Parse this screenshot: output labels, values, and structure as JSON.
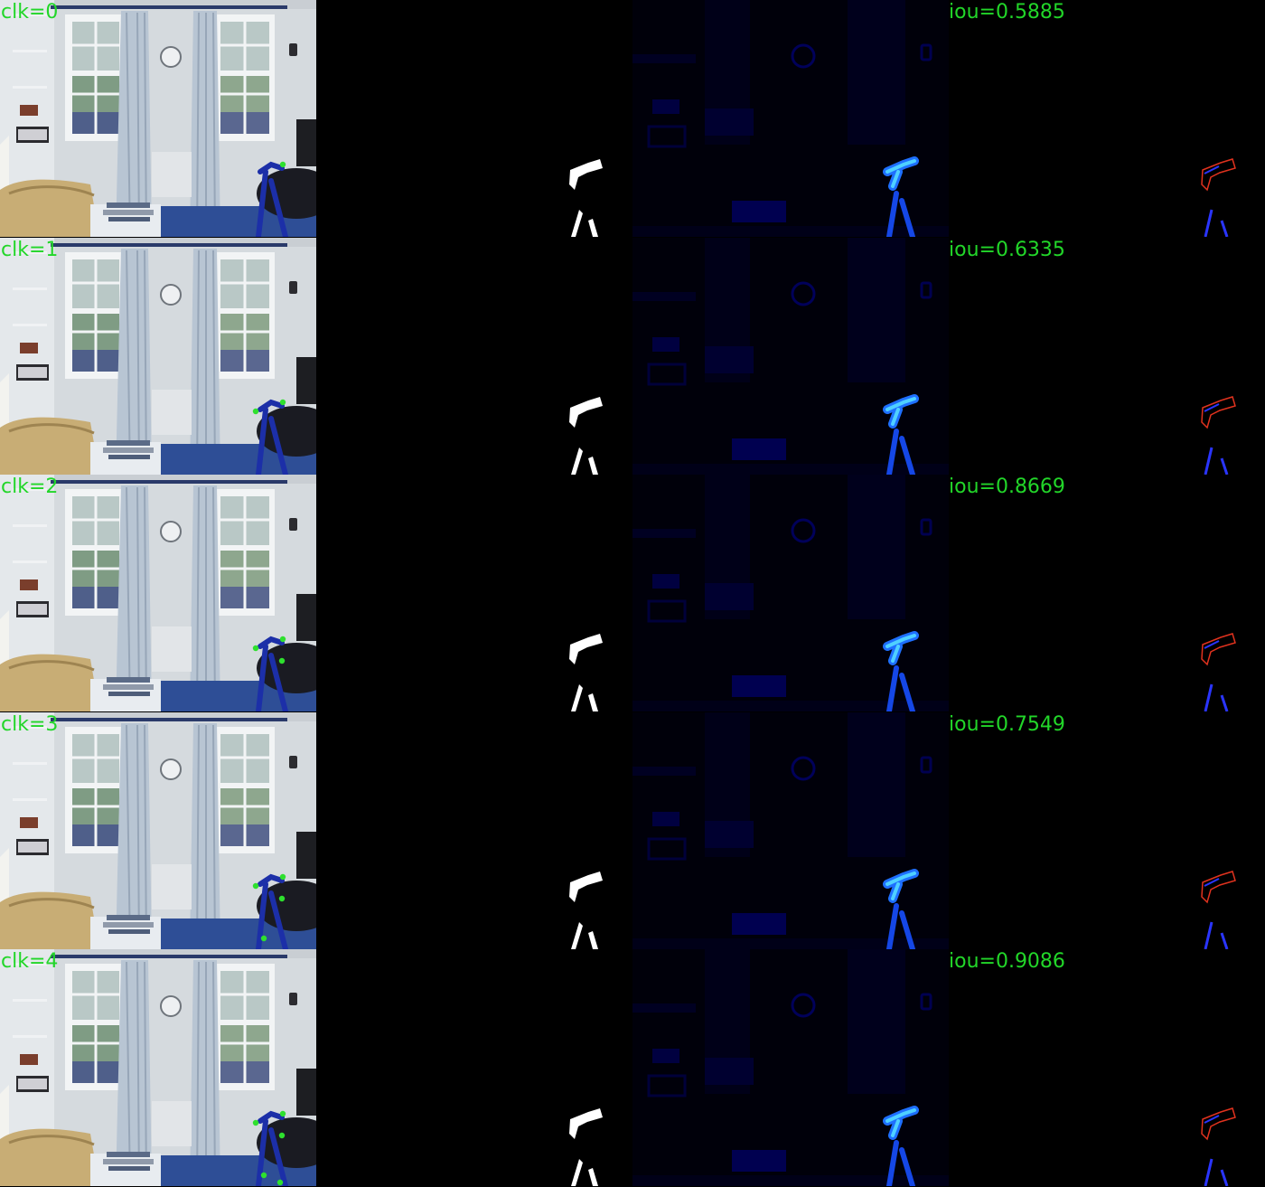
{
  "style": {
    "label_color": "#22d629",
    "mask_color": "#ffffff",
    "heat_color": "#2f9bff",
    "error_false_positive_color": "#e0321e",
    "error_false_negative_color": "#2a35ff",
    "click_color": "#2ee02e"
  },
  "panels": [
    "photo-with-clicks",
    "predicted-mask",
    "probability-heatmap",
    "error-map"
  ],
  "rows": [
    {
      "clk_label": "clk=0",
      "iou_label": "iou=0.5885",
      "click_count": 1
    },
    {
      "clk_label": "clk=1",
      "iou_label": "iou=0.6335",
      "click_count": 2
    },
    {
      "clk_label": "clk=2",
      "iou_label": "iou=0.8669",
      "click_count": 3
    },
    {
      "clk_label": "clk=3",
      "iou_label": "iou=0.7549",
      "click_count": 4
    },
    {
      "clk_label": "clk=4",
      "iou_label": "iou=0.9086",
      "click_count": 5
    }
  ]
}
